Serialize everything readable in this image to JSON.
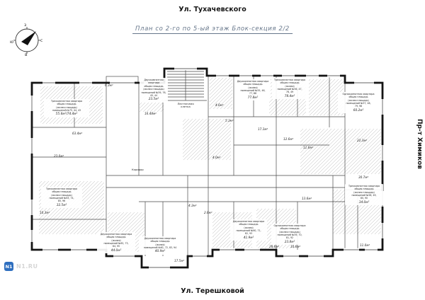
{
  "streets": {
    "top": "Ул. Тухачевского",
    "right": "Пр-т Химиков",
    "bottom": "Ул. Терешковой"
  },
  "title": "План  со 2-го по 5-ый этаж  Блок-секция 2/2",
  "compass": {
    "north": "с",
    "south": "ю",
    "west": "з",
    "east": "в"
  },
  "watermark": {
    "badge": "N1",
    "text": "N1.RU"
  },
  "plan": {
    "corridor": "Коридор",
    "stairwell": "Лестничная\nклетка",
    "apartments": [
      {
        "title": "Трехкомнатная квартира",
        "desc": "общая площадь\n(жилая площадь)\nпомещений №75, 44, 43",
        "area": "55.6м²/74.4м²"
      },
      {
        "title": "Двухкомнатная квартира",
        "desc": "общая площадь\n(жилая площадь)\nпомещений №59, 76,\n45, 44",
        "area": "23.5м²"
      },
      {
        "title": "Двухкомнатная квартира",
        "desc": "общая площадь\n(жилая)\nпомещений №55, 46,\n77, 88",
        "area": "77.8м²"
      },
      {
        "title": "Трехкомнатная квартира",
        "desc": "общая площадь\n(жилая)\nпомещений №56, 47,\n78, 49",
        "area": "78.4м²"
      },
      {
        "title": "Однокомнатная квартира",
        "desc": "общая площадь\n(жилая площадь)\nпомещений №57, 48,\n79, 98",
        "area": "60.2м²"
      },
      {
        "title": "Трехкомнатная квартира",
        "desc": "общая площадь\n(жилая площадь)\nпомещений №58, 49,\n80, 90",
        "area": "34.0м²"
      },
      {
        "title": "Трехкомнатная квартира",
        "desc": "общая площадь\n(жилая площадь)\nпомещений №63, 74,\n85, 96",
        "area": "32.5м²"
      },
      {
        "title": "Двухкомнатная квартира",
        "desc": "общая площадь\n(жилая)\nпомещений №62, 73,\n84, 95",
        "area": "44.0м²"
      },
      {
        "title": "Двухкомнатная квартира",
        "desc": "общая площадь\n(жилая)\nпомещений №61, 72, 83, 94",
        "area": "40.9м²"
      },
      {
        "title": "Двухкомнатная квартира",
        "desc": "общая площадь\n(жилая)\nпомещений №60, 71,\n82, 93",
        "area": "41.9м²"
      },
      {
        "title": "Однокомнатная квартира",
        "desc": "общая площадь\n(жилая площадь)\nпомещений №59, 70,\n81, 92",
        "area": "23.8м²"
      }
    ],
    "rooms": [
      "6.3м²",
      "16.48м²",
      "4.6м²",
      "5.3м²",
      "17.3м²",
      "12.6м²",
      "11.6м²",
      "22.3м²",
      "30.7м²",
      "13.6м²",
      "4.3м²",
      "2.6м²",
      "63.4м²",
      "23.0м²",
      "10.3м²",
      "17.5м²",
      "28.6м²",
      "10.6м²",
      "11.0м²",
      "4.0м²"
    ]
  }
}
